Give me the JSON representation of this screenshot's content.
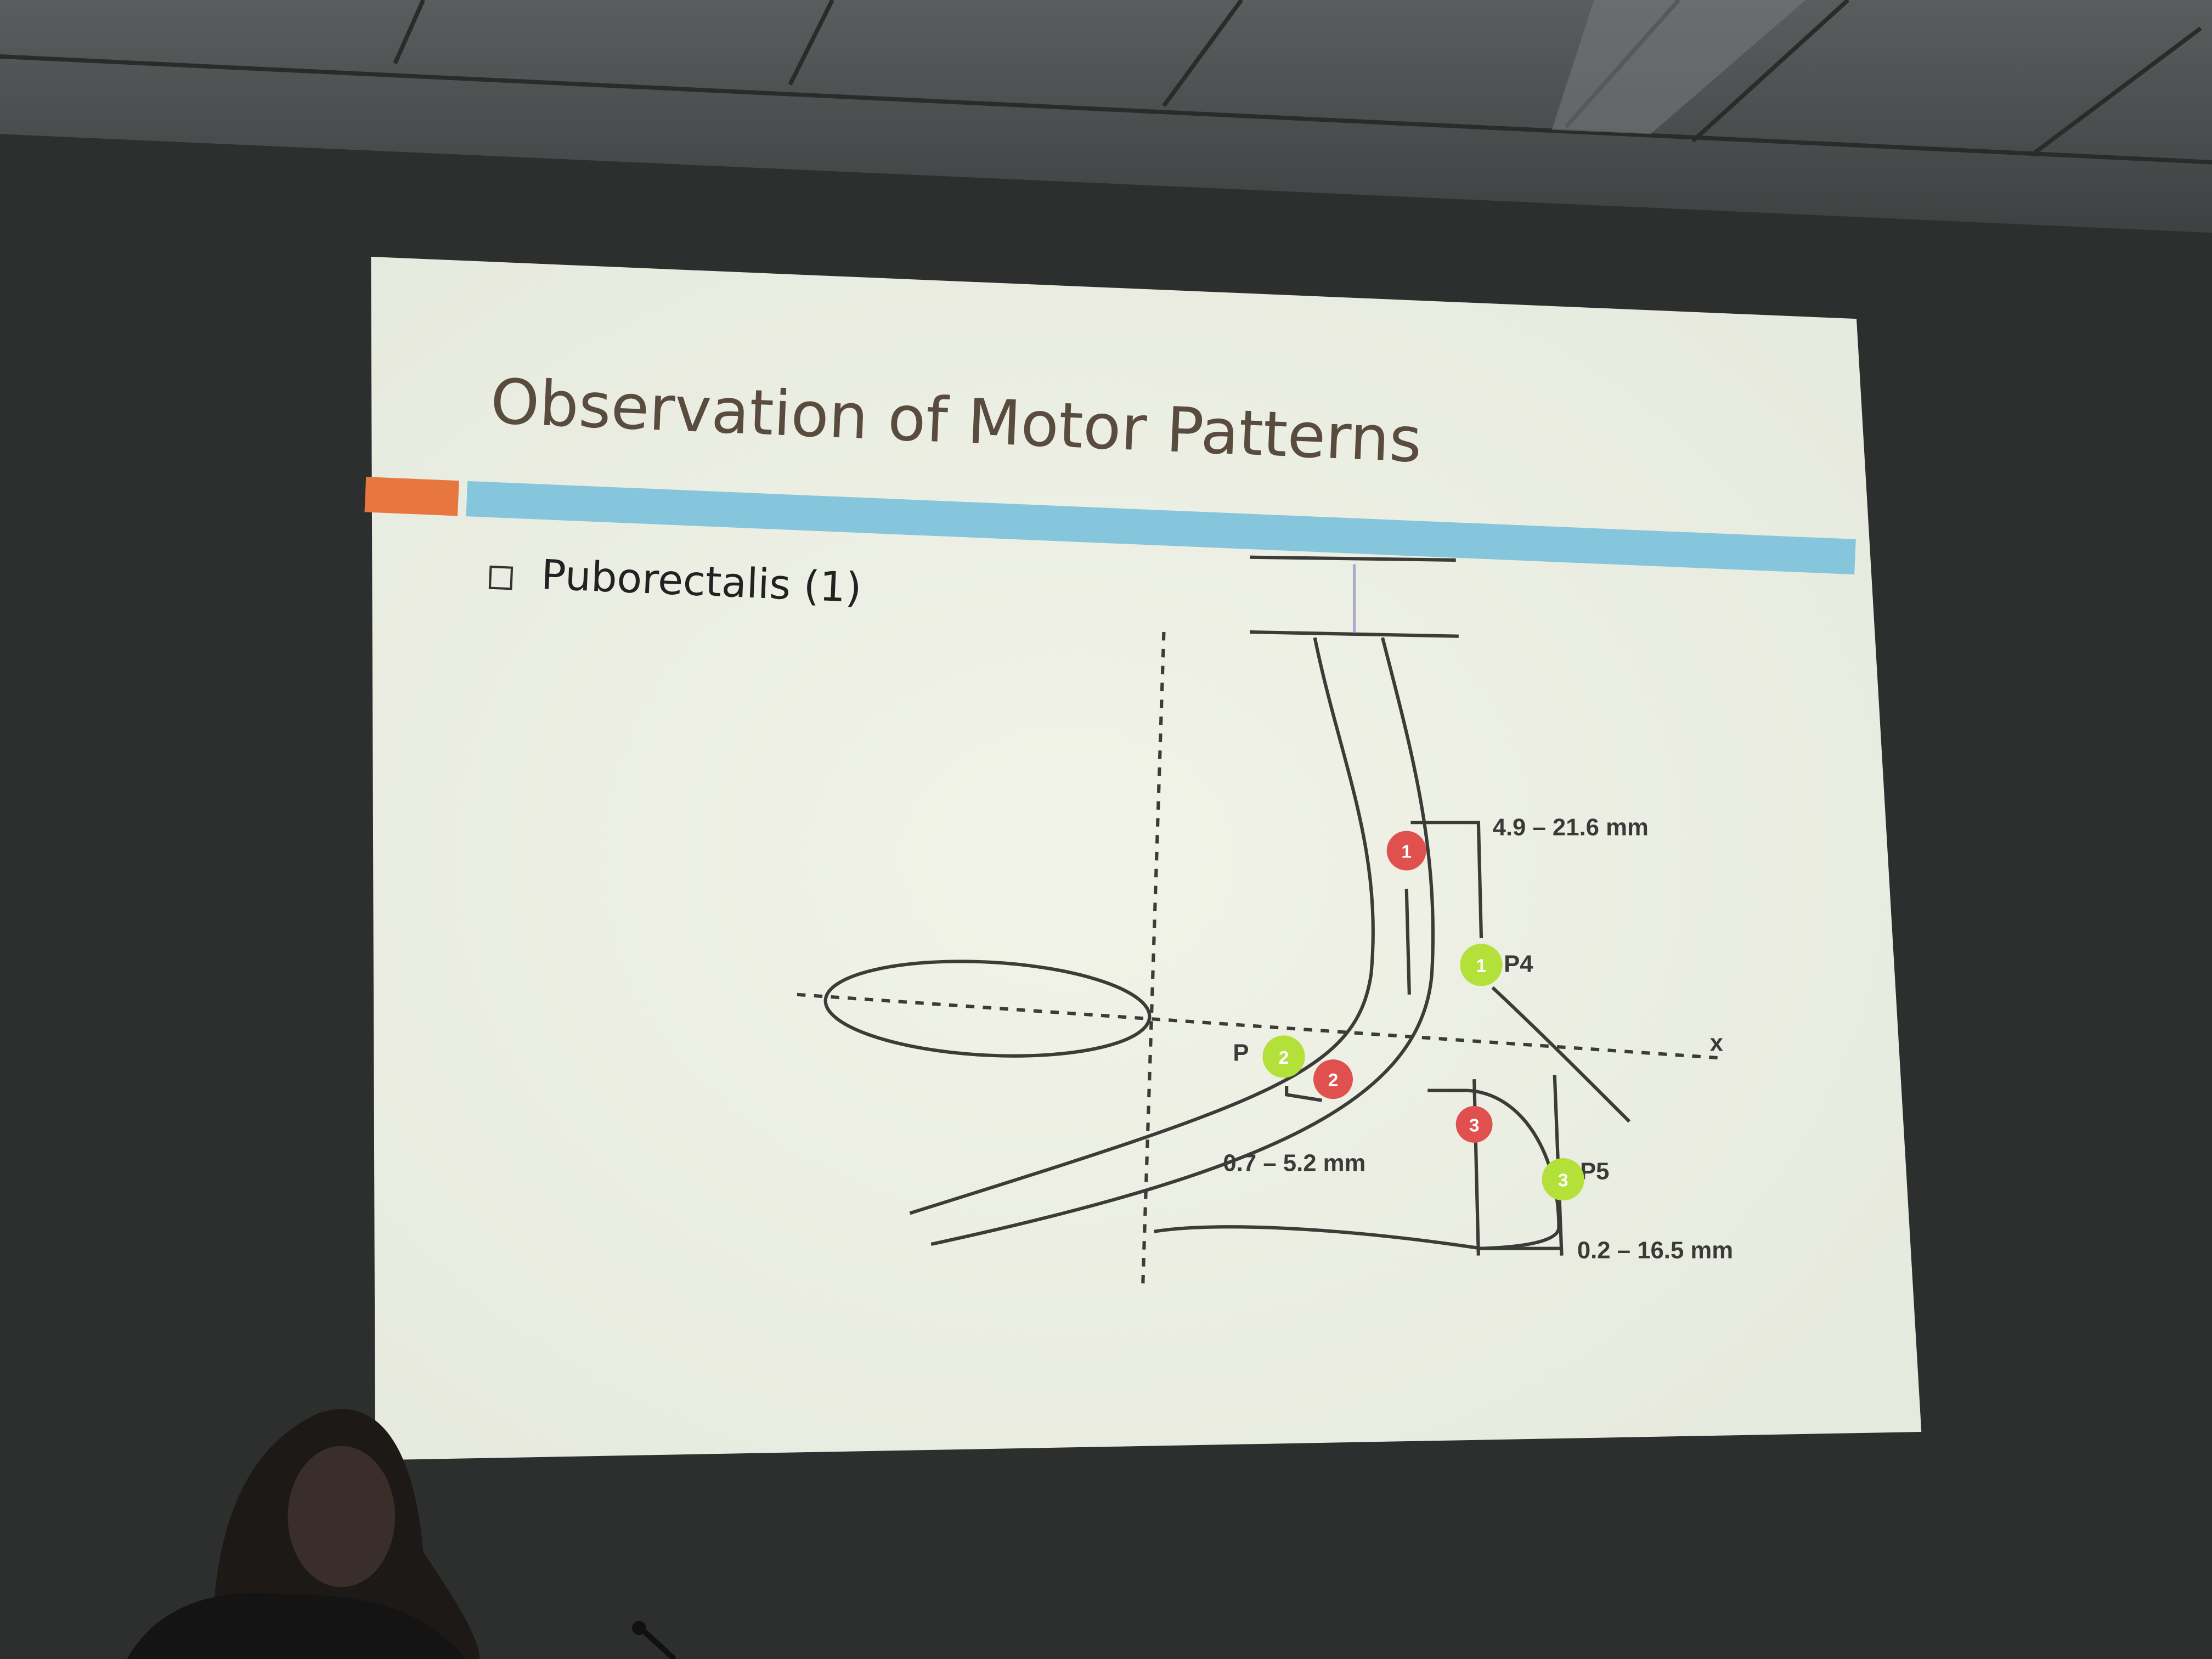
{
  "slide": {
    "title": "Observation of Motor Patterns",
    "bullet": "Puborectalis (1)",
    "accent_colors": {
      "orange": "#e7773f",
      "blue": "#86c6dc"
    },
    "diagram": {
      "measurements": [
        "4.9 – 21.6 mm",
        "0.7 – 5.2 mm",
        "0.2 – 16.5 mm"
      ],
      "point_labels": {
        "p4": "P4",
        "p5": "P5",
        "p_partial": "P"
      },
      "axis_label": "x",
      "red_markers": [
        "1",
        "2",
        "3"
      ],
      "green_markers": [
        "1",
        "2",
        "3"
      ],
      "marker_colors": {
        "red": "#e0504f",
        "green": "#b4e03a"
      }
    }
  }
}
